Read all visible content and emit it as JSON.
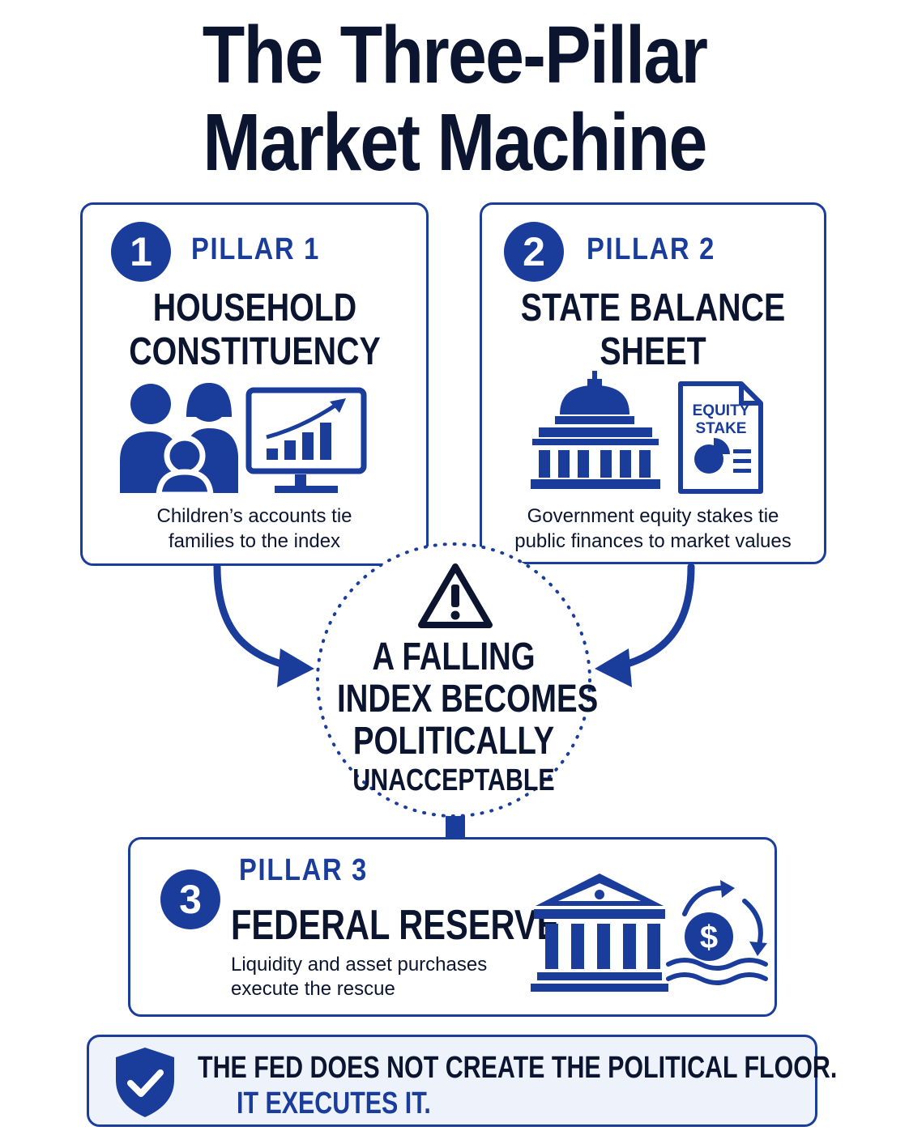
{
  "title": {
    "line1": "The Three-Pillar",
    "line2": "Market Machine"
  },
  "pillars": [
    {
      "number": "1",
      "label": "PILLAR 1",
      "heading_line1": "HOUSEHOLD",
      "heading_line2": "CONSTITUENCY",
      "desc_line1": "Children’s accounts tie",
      "desc_line2": "families to the index"
    },
    {
      "number": "2",
      "label": "PILLAR 2",
      "heading_line1": "STATE BALANCE",
      "heading_line2": "SHEET",
      "doc_label_line1": "EQUITY",
      "doc_label_line2": "STAKE",
      "desc_line1": "Government equity stakes tie",
      "desc_line2": "public finances to market values"
    },
    {
      "number": "3",
      "label": "PILLAR 3",
      "heading": "FEDERAL RESERVE",
      "desc_line1": "Liquidity and asset purchases",
      "desc_line2": "execute the rescue"
    }
  ],
  "center": {
    "line1": "A FALLING",
    "line2": "INDEX BECOMES",
    "line3": "POLITICALLY",
    "line4": "UNACCEPTABLE"
  },
  "conclusion": {
    "line1": "THE FED DOES NOT CREATE THE POLITICAL FLOOR.",
    "line2": "IT EXECUTES IT."
  },
  "colors": {
    "primary_blue": "#1a3d9c",
    "dark_navy": "#0b1530",
    "banner_bg": "#eef2fb"
  },
  "icons": {
    "pillar1": [
      "family-icon",
      "rising-chart-monitor-icon"
    ],
    "pillar2": [
      "capitol-building-icon",
      "equity-stake-document-icon"
    ],
    "center": "warning-triangle-icon",
    "pillar3": [
      "federal-reserve-building-icon",
      "dollar-cycle-icon"
    ],
    "conclusion": "shield-check-icon"
  }
}
